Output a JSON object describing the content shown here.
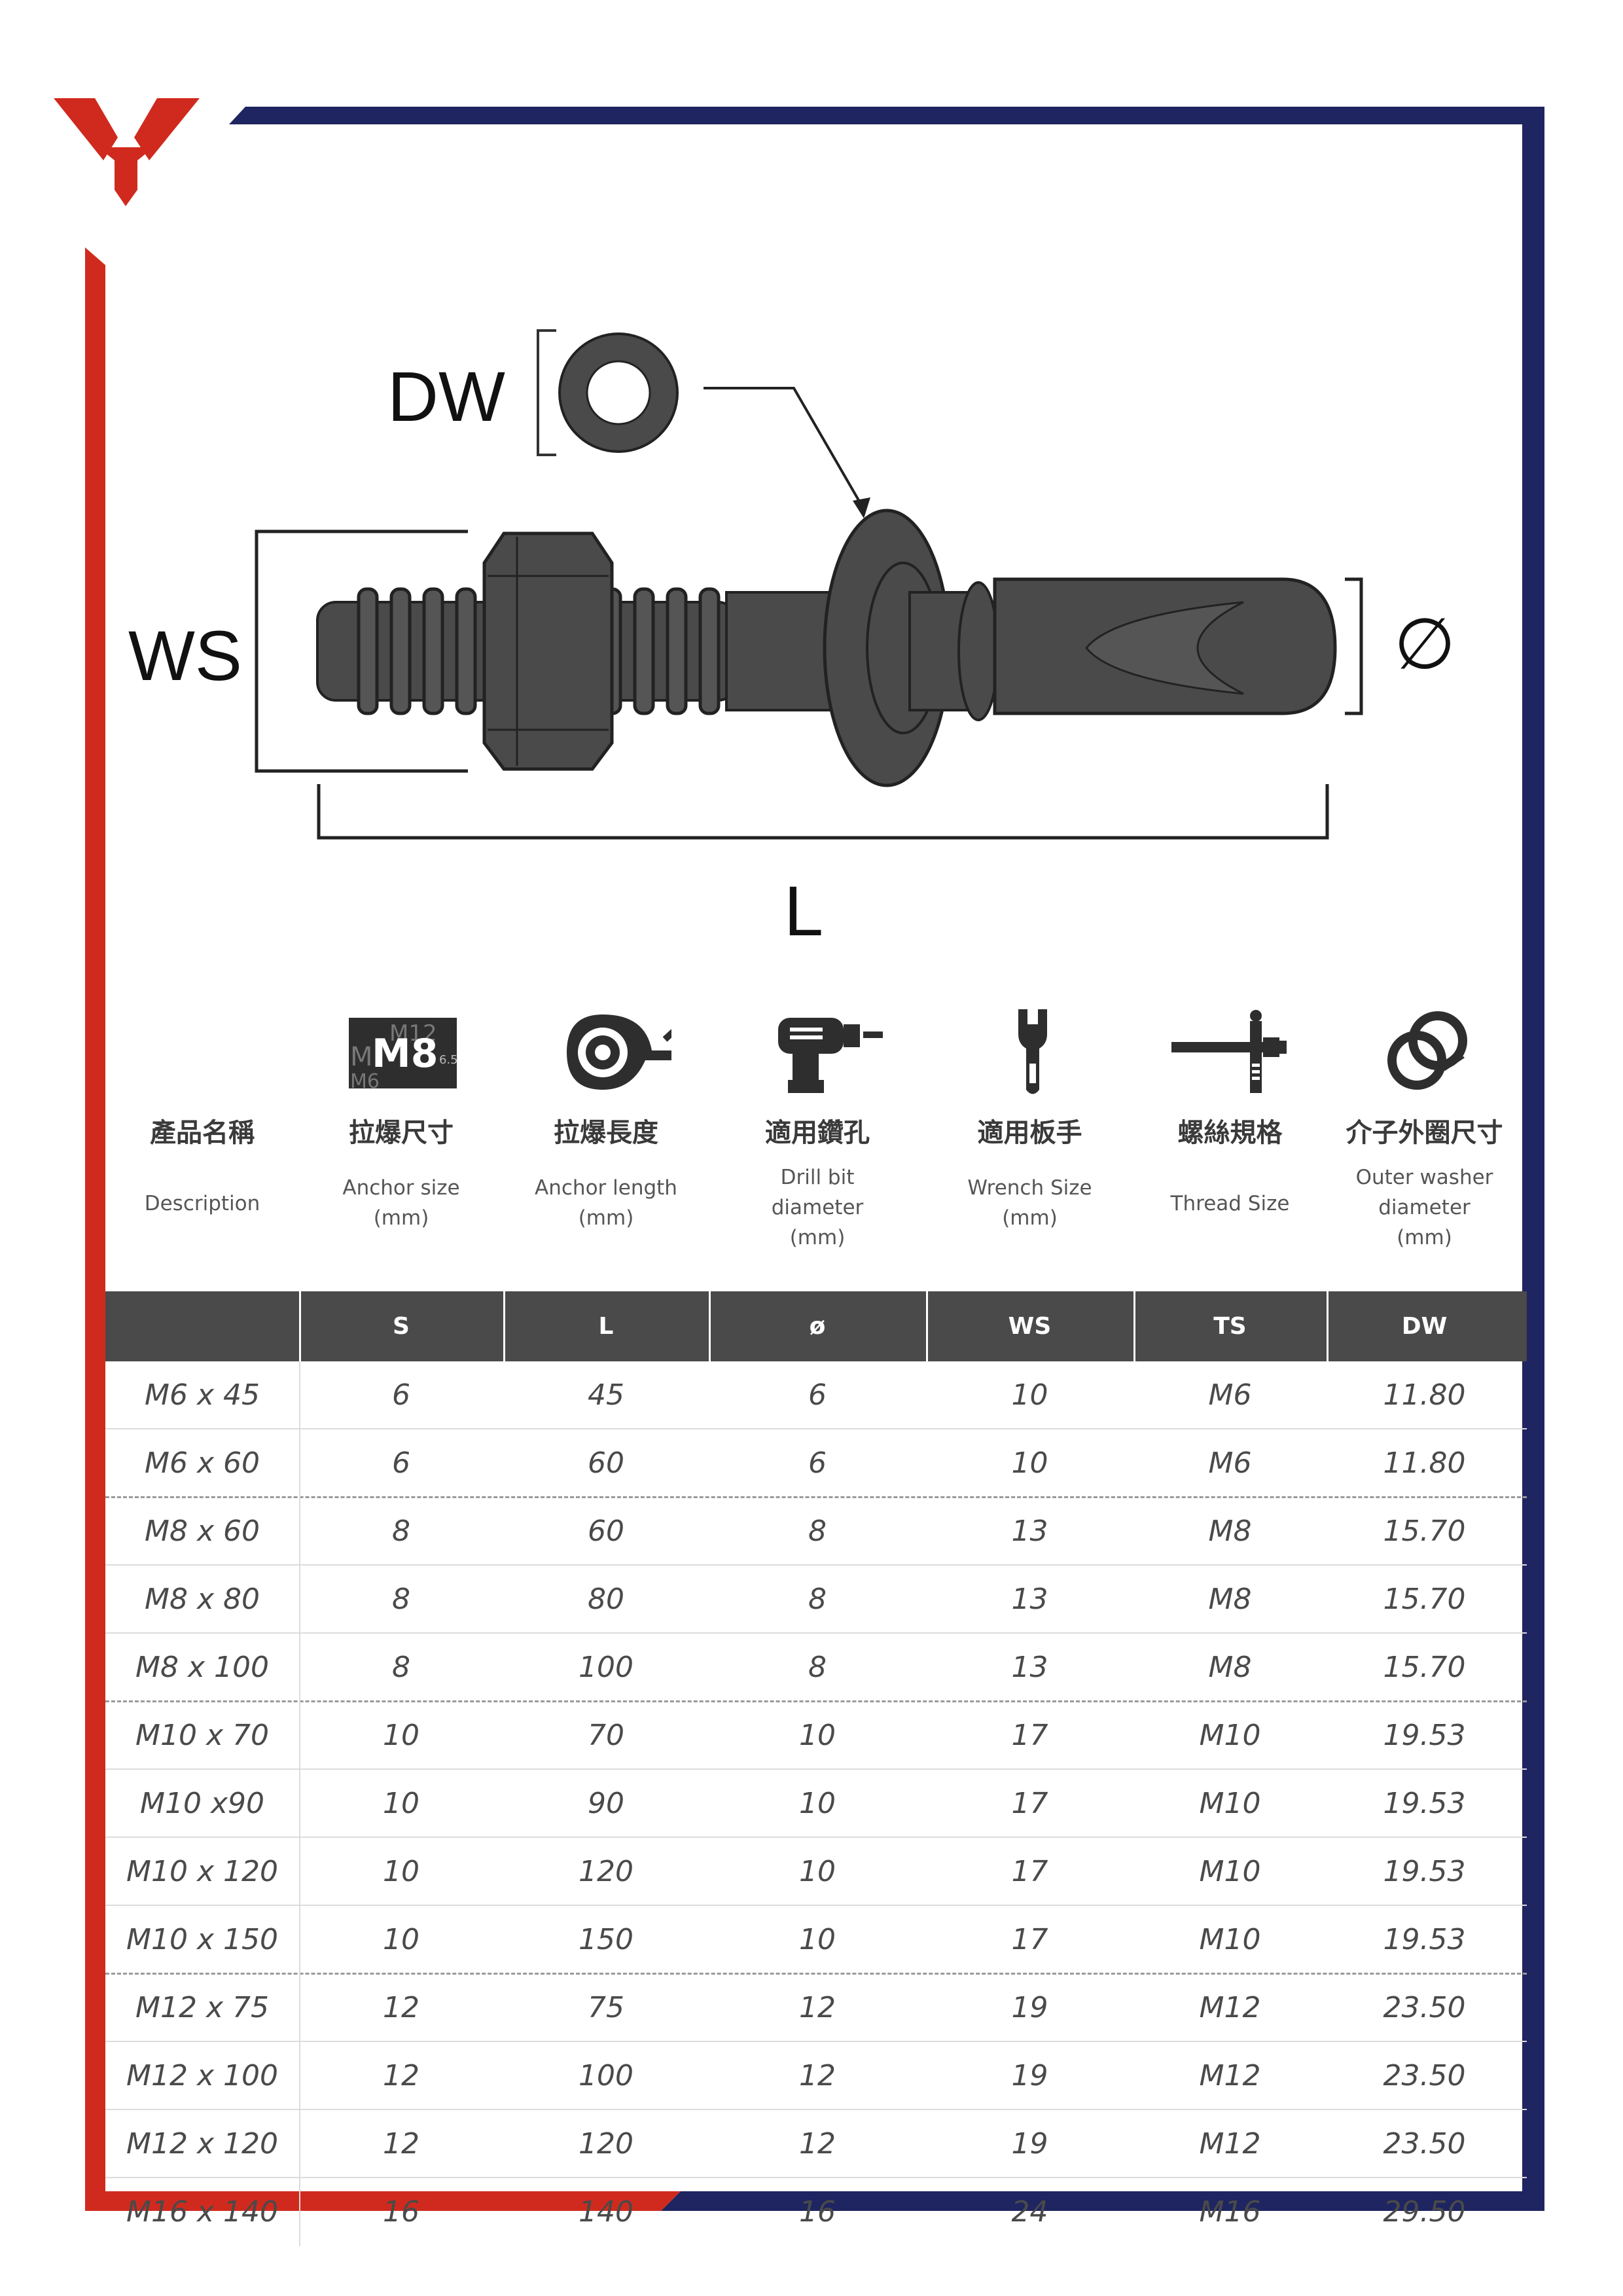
{
  "brand": {
    "logo_name": "wt-logo",
    "red": "#d02a1e",
    "navy": "#1f2560"
  },
  "diagram": {
    "labels": {
      "dw": "DW",
      "ws": "WS",
      "dia": "∅",
      "length": "L"
    }
  },
  "icons": {
    "anchor_size_badge": {
      "main": "M8",
      "sub": "6.5",
      "ghost_top": "M12",
      "ghost_left": "M",
      "ghost_bottom": "M6"
    }
  },
  "columns": [
    {
      "zh": "產品名稱",
      "en": "Description",
      "unit": "",
      "head": "",
      "icon": "none"
    },
    {
      "zh": "拉爆尺寸",
      "en": "Anchor size",
      "unit": "(mm)",
      "head": "S",
      "icon": "size-badge-icon"
    },
    {
      "zh": "拉爆長度",
      "en": "Anchor length",
      "unit": "(mm)",
      "head": "L",
      "icon": "tape-measure-icon"
    },
    {
      "zh": "適用鑽孔",
      "en": "Drill bit\ndiameter",
      "unit": "(mm)",
      "head": "ø",
      "icon": "drill-icon"
    },
    {
      "zh": "適用板手",
      "en": "Wrench Size",
      "unit": "(mm)",
      "head": "WS",
      "icon": "wrench-icon"
    },
    {
      "zh": "螺絲規格",
      "en": "Thread Size",
      "unit": "",
      "head": "TS",
      "icon": "caliper-icon"
    },
    {
      "zh": "介子外圈尺寸",
      "en": "Outer washer\ndiameter",
      "unit": "(mm)",
      "head": "DW",
      "icon": "washer-icon"
    }
  ],
  "rows": [
    [
      "M6 x 45",
      "6",
      "45",
      "6",
      "10",
      "M6",
      "11.80"
    ],
    [
      "M6 x 60",
      "6",
      "60",
      "6",
      "10",
      "M6",
      "11.80"
    ],
    [
      "M8 x 60",
      "8",
      "60",
      "8",
      "13",
      "M8",
      "15.70"
    ],
    [
      "M8 x 80",
      "8",
      "80",
      "8",
      "13",
      "M8",
      "15.70"
    ],
    [
      "M8 x 100",
      "8",
      "100",
      "8",
      "13",
      "M8",
      "15.70"
    ],
    [
      "M10 x 70",
      "10",
      "70",
      "10",
      "17",
      "M10",
      "19.53"
    ],
    [
      "M10 x90",
      "10",
      "90",
      "10",
      "17",
      "M10",
      "19.53"
    ],
    [
      "M10 x 120",
      "10",
      "120",
      "10",
      "17",
      "M10",
      "19.53"
    ],
    [
      "M10 x 150",
      "10",
      "150",
      "10",
      "17",
      "M10",
      "19.53"
    ],
    [
      "M12 x 75",
      "12",
      "75",
      "12",
      "19",
      "M12",
      "23.50"
    ],
    [
      "M12 x 100",
      "12",
      "100",
      "12",
      "19",
      "M12",
      "23.50"
    ],
    [
      "M12 x 120",
      "12",
      "120",
      "12",
      "19",
      "M12",
      "23.50"
    ],
    [
      "M16 x 140",
      "16",
      "140",
      "16",
      "24",
      "M16",
      "29.50"
    ]
  ]
}
